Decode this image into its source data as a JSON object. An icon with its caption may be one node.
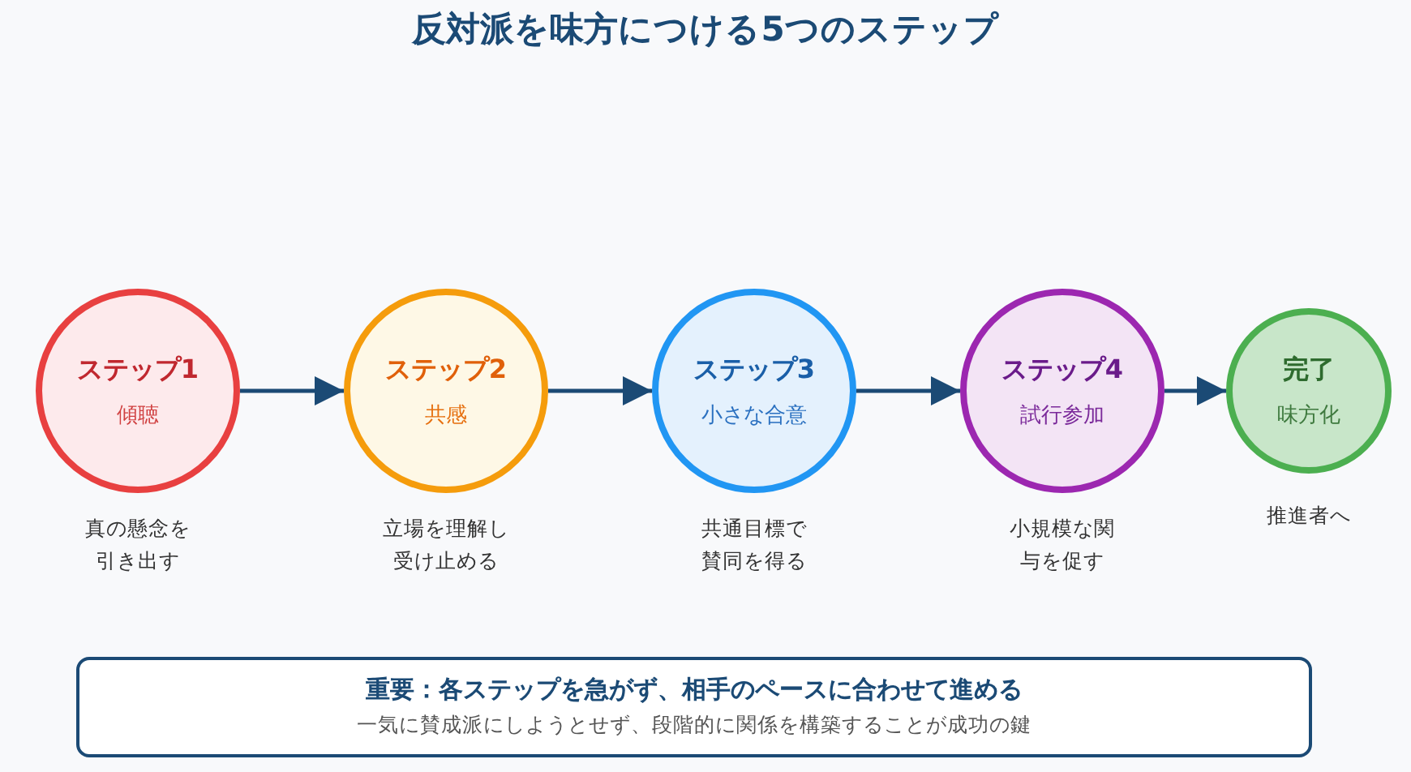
{
  "diagram": {
    "title": "反対派を味方につける5つのステップ",
    "nodes": [
      {
        "text": [
          "ステップ1",
          "傾聴"
        ],
        "beside": [
          "真の懸念を引き出す"
        ]
      },
      {
        "text": [
          "ステップ2",
          "共感"
        ],
        "beside": [
          "立場を理解し受け止める"
        ]
      },
      {
        "text": [
          "ステップ3",
          "小さな合意"
        ],
        "beside": [
          "共通目標で賛同を得る"
        ]
      },
      {
        "text": [
          "ステップ4",
          "試行参加"
        ],
        "beside": [
          "小規模な関与を促す"
        ]
      },
      {
        "text": [
          "完了",
          "味方化"
        ],
        "beside": [
          "推進者へ"
        ]
      },
      {
        "text": [
          "重要：各ステップを急がず、相手のペースに合わせて進める",
          "一気に賛成派にしようとせず、段階的に関係を構築することが成功の鍵"
        ]
      }
    ],
    "edges": [
      {
        "from": 0,
        "to": 1,
        "arrow": "to"
      },
      {
        "from": 1,
        "to": 2,
        "arrow": "to"
      },
      {
        "from": 2,
        "to": 3,
        "arrow": "to"
      },
      {
        "from": 3,
        "to": 4,
        "arrow": "to"
      }
    ]
  }
}
